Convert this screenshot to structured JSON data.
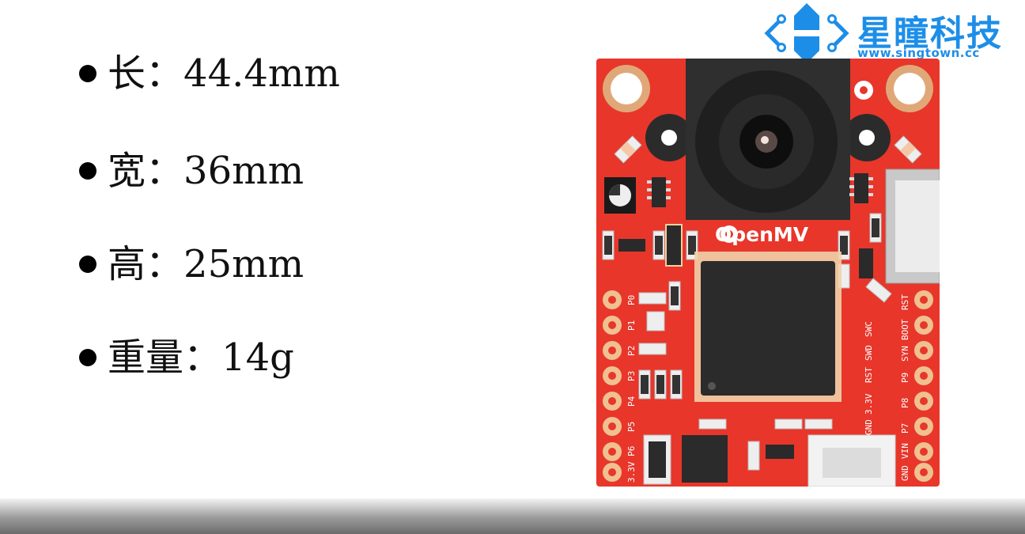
{
  "specs": [
    {
      "key": "长",
      "value": "44.4mm"
    },
    {
      "key": "宽",
      "value": "36mm"
    },
    {
      "key": "高",
      "value": "25mm"
    },
    {
      "key": "重量",
      "value": "14g"
    }
  ],
  "specs_separator": "：",
  "logo": {
    "name": "星瞳科技",
    "url": "www.singtown.cc"
  },
  "board": {
    "brand": "OpenMV",
    "left_pins": [
      "P0",
      "P1",
      "P2",
      "P3",
      "P4",
      "P5",
      "3.3V P6"
    ],
    "right_pins": [
      "RST",
      "BOOT",
      "SYN",
      "P9",
      "P8",
      "P7",
      "VIN",
      "GND"
    ],
    "right_inner_labels": [
      "SWC",
      "SWD",
      "RST",
      "3.3V",
      "GND"
    ]
  },
  "colors": {
    "board_red": "#e8362b",
    "logo_blue": "#1d8ee8",
    "text": "#111111"
  }
}
